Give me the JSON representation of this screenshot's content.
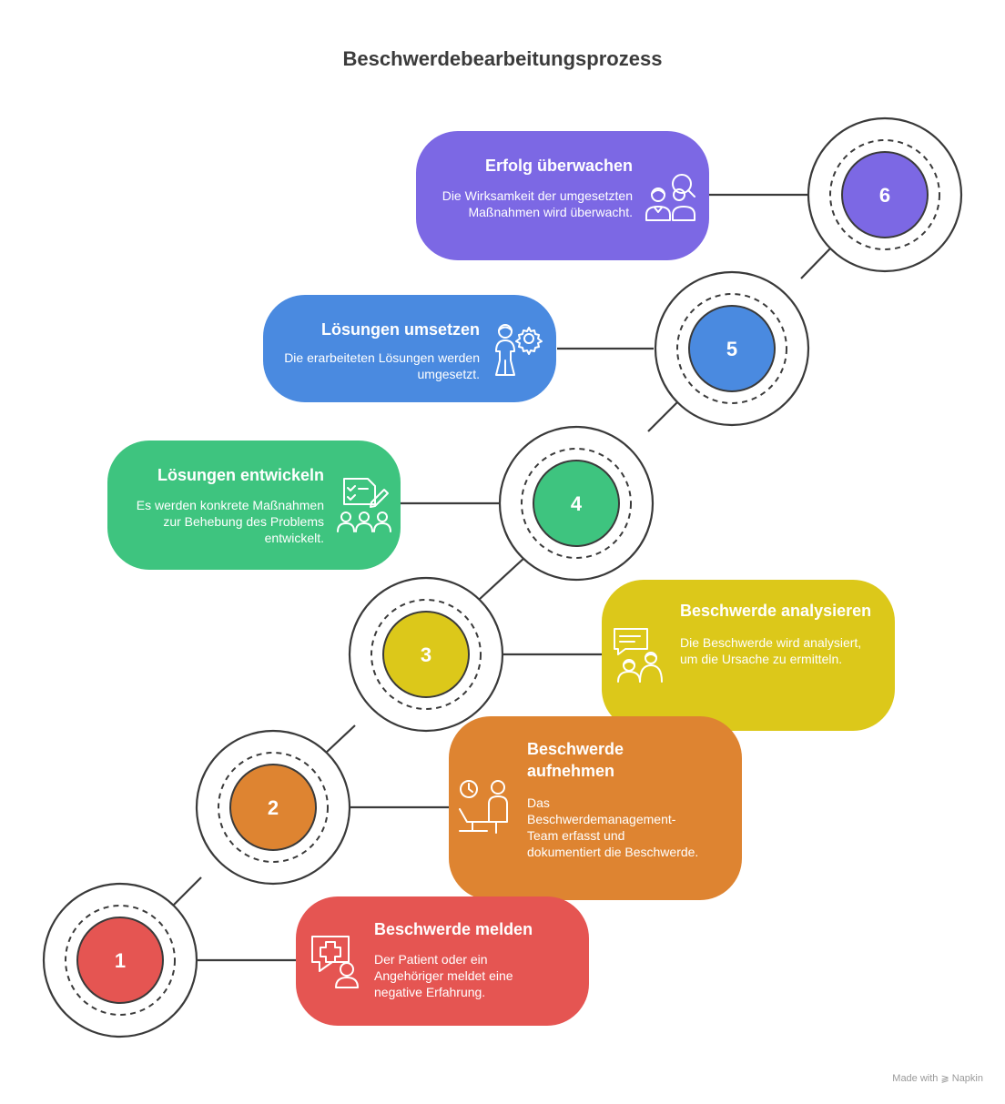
{
  "title": "Beschwerdebearbeitungsprozess",
  "steps": [
    {
      "number": "1",
      "heading": "Beschwerde melden",
      "description": "Der Patient oder ein Angehöriger meldet eine negative Erfahrung.",
      "color": "#e55552",
      "icon": "complaint-report-icon"
    },
    {
      "number": "2",
      "heading": "Beschwerde aufnehmen",
      "description": "Das Beschwerdemanagement-Team erfasst und dokumentiert die Beschwerde.",
      "color": "#de8431",
      "icon": "person-at-desk-clock-icon"
    },
    {
      "number": "3",
      "heading": "Beschwerde analysieren",
      "description": "Die Beschwerde wird analysiert, um die Ursache zu ermitteln.",
      "color": "#dcc81a",
      "icon": "discussion-people-icon"
    },
    {
      "number": "4",
      "heading": "Lösungen entwickeln",
      "description": "Es werden konkrete Maßnahmen zur Behebung des Problems entwickelt.",
      "color": "#3ec47f",
      "icon": "team-checklist-icon"
    },
    {
      "number": "5",
      "heading": "Lösungen umsetzen",
      "description": "Die erarbeiteten Lösungen werden umgesetzt.",
      "color": "#4a8ae0",
      "icon": "person-gear-icon"
    },
    {
      "number": "6",
      "heading": "Erfolg überwachen",
      "description": "Die Wirksamkeit der umgesetzten Maßnahmen wird überwacht.",
      "color": "#7c68e4",
      "icon": "people-magnifier-icon"
    }
  ],
  "footer": "Made with ⫺ Napkin"
}
